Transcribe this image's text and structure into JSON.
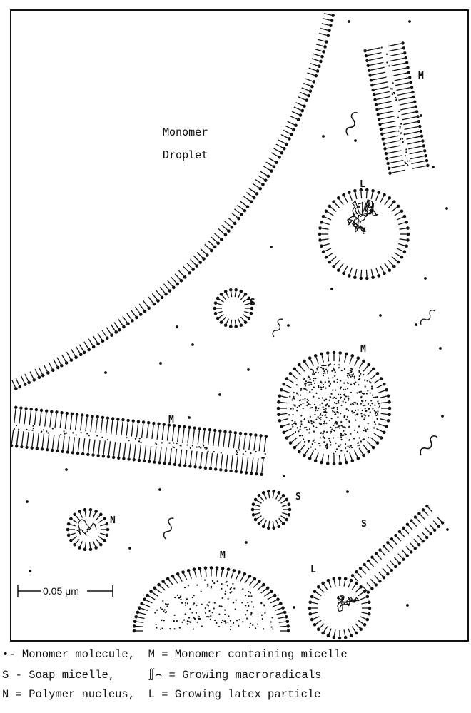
{
  "labels": {
    "droplet_line1": "Monomer",
    "droplet_line2": "Droplet",
    "micelle_letter": "M",
    "soap_letter": "S",
    "latex_letter": "L",
    "nucleus_letter": "N",
    "scale_bar": "0.05 μm"
  },
  "legend": {
    "line1": "•- Monomer molecule,  M = Monomer containing micelle",
    "line2": "S - Soap micelle,     ∬⌢ = Growing macroradicals",
    "line3": "N = Polymer nucleus,  L = Growing latex particle"
  }
}
